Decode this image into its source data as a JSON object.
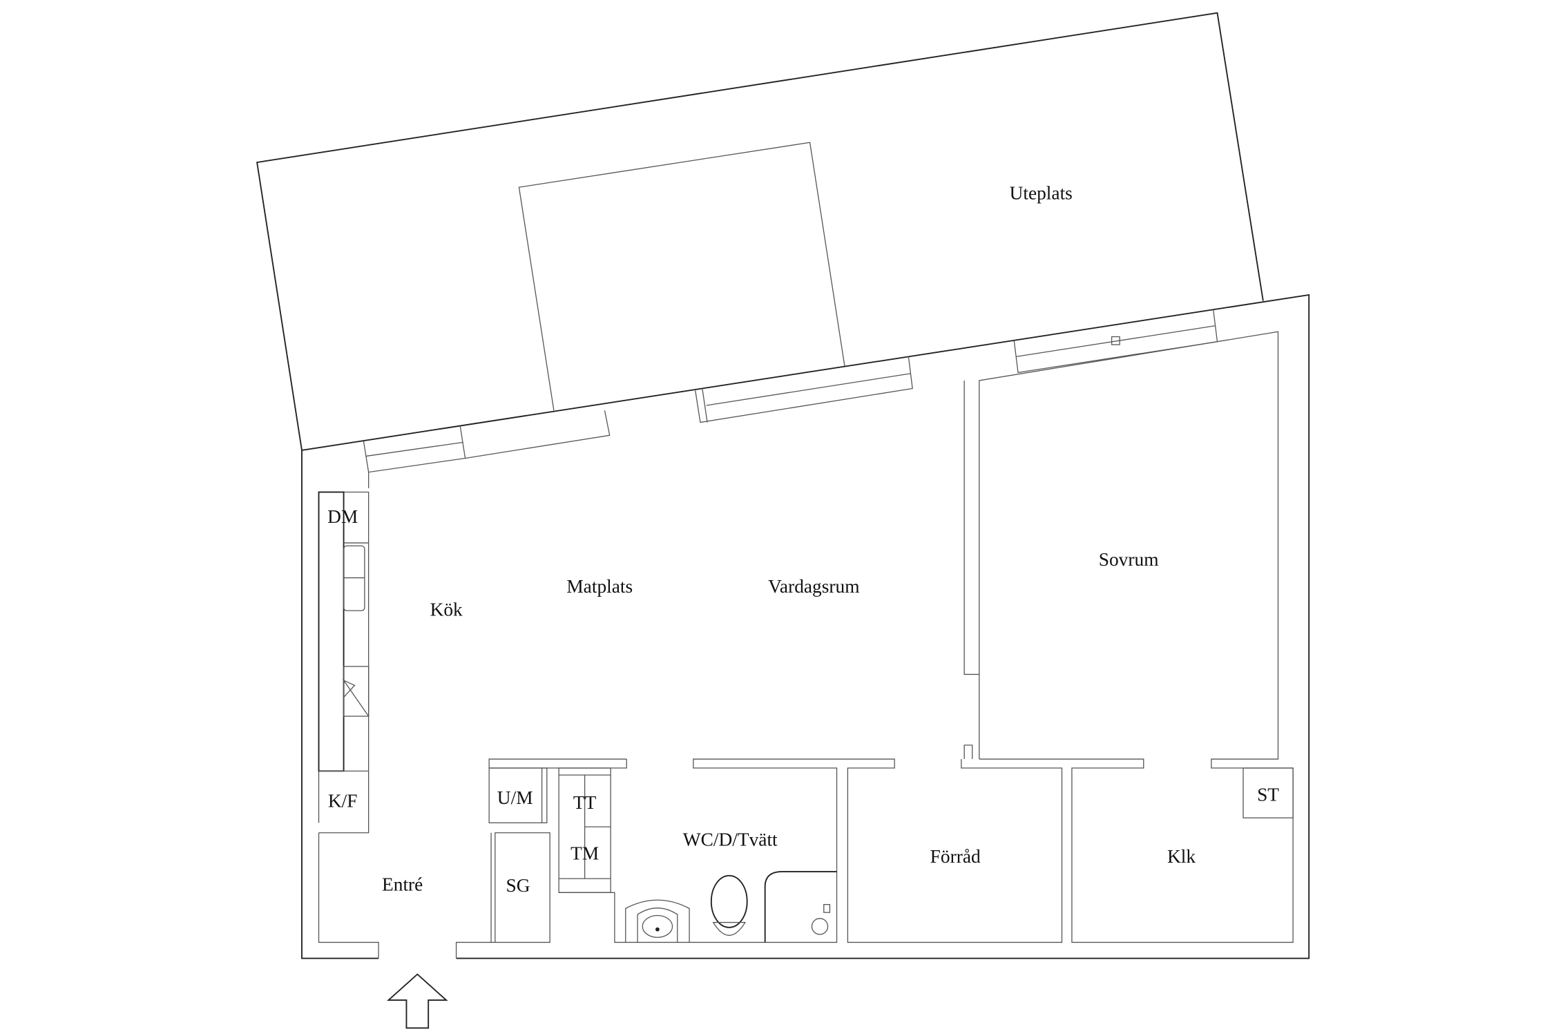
{
  "floorplan": {
    "rooms": {
      "uteplats": "Uteplats",
      "sovrum": "Sovrum",
      "vardagsrum": "Vardagsrum",
      "matplats": "Matplats",
      "kok": "Kök",
      "dm": "DM",
      "kf": "K/F",
      "um": "U/M",
      "tt": "TT",
      "tm": "TM",
      "sg": "SG",
      "entre": "Entré",
      "wc": "WC/D/Tvätt",
      "forrad": "Förråd",
      "klk": "Klk",
      "st": "ST"
    },
    "colors": {
      "line": "#222222",
      "background": "#ffffff"
    }
  }
}
